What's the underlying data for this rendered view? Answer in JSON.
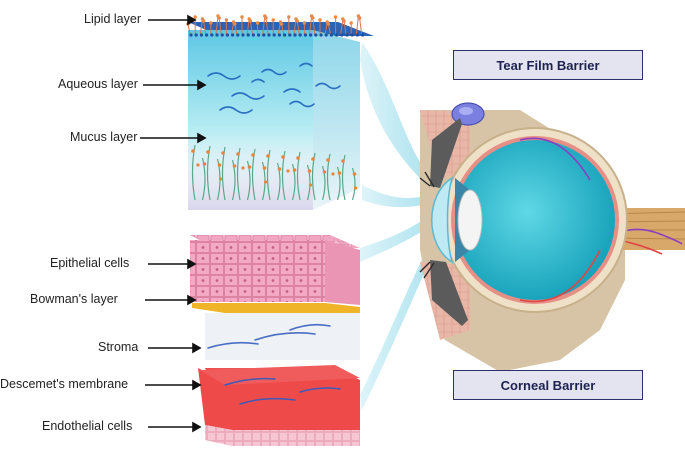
{
  "left_labels": [
    "Lipid layer",
    "Aqueous layer",
    "Mucus layer",
    "Epithelial cells",
    "Bowman's layer",
    "Stroma",
    "Descemet's membrane",
    "Endothelial cells"
  ],
  "boxes": {
    "tear_film": "Tear Film Barrier",
    "corneal": "Corneal Barrier"
  },
  "colors": {
    "lipid": "#e8894a",
    "aqueous": "#9fe3ee",
    "mucus_strand": "#5aa88a",
    "epithelial": "#f3a9c3",
    "bowman": "#f0b429",
    "stroma": "#eef1f6",
    "descemet": "#ef4a4a",
    "endothelial": "#f7c6d3",
    "eye_iris": "#2ab6c8",
    "box_border": "#2c2e6e",
    "box_fill": "#e4e3f0"
  }
}
